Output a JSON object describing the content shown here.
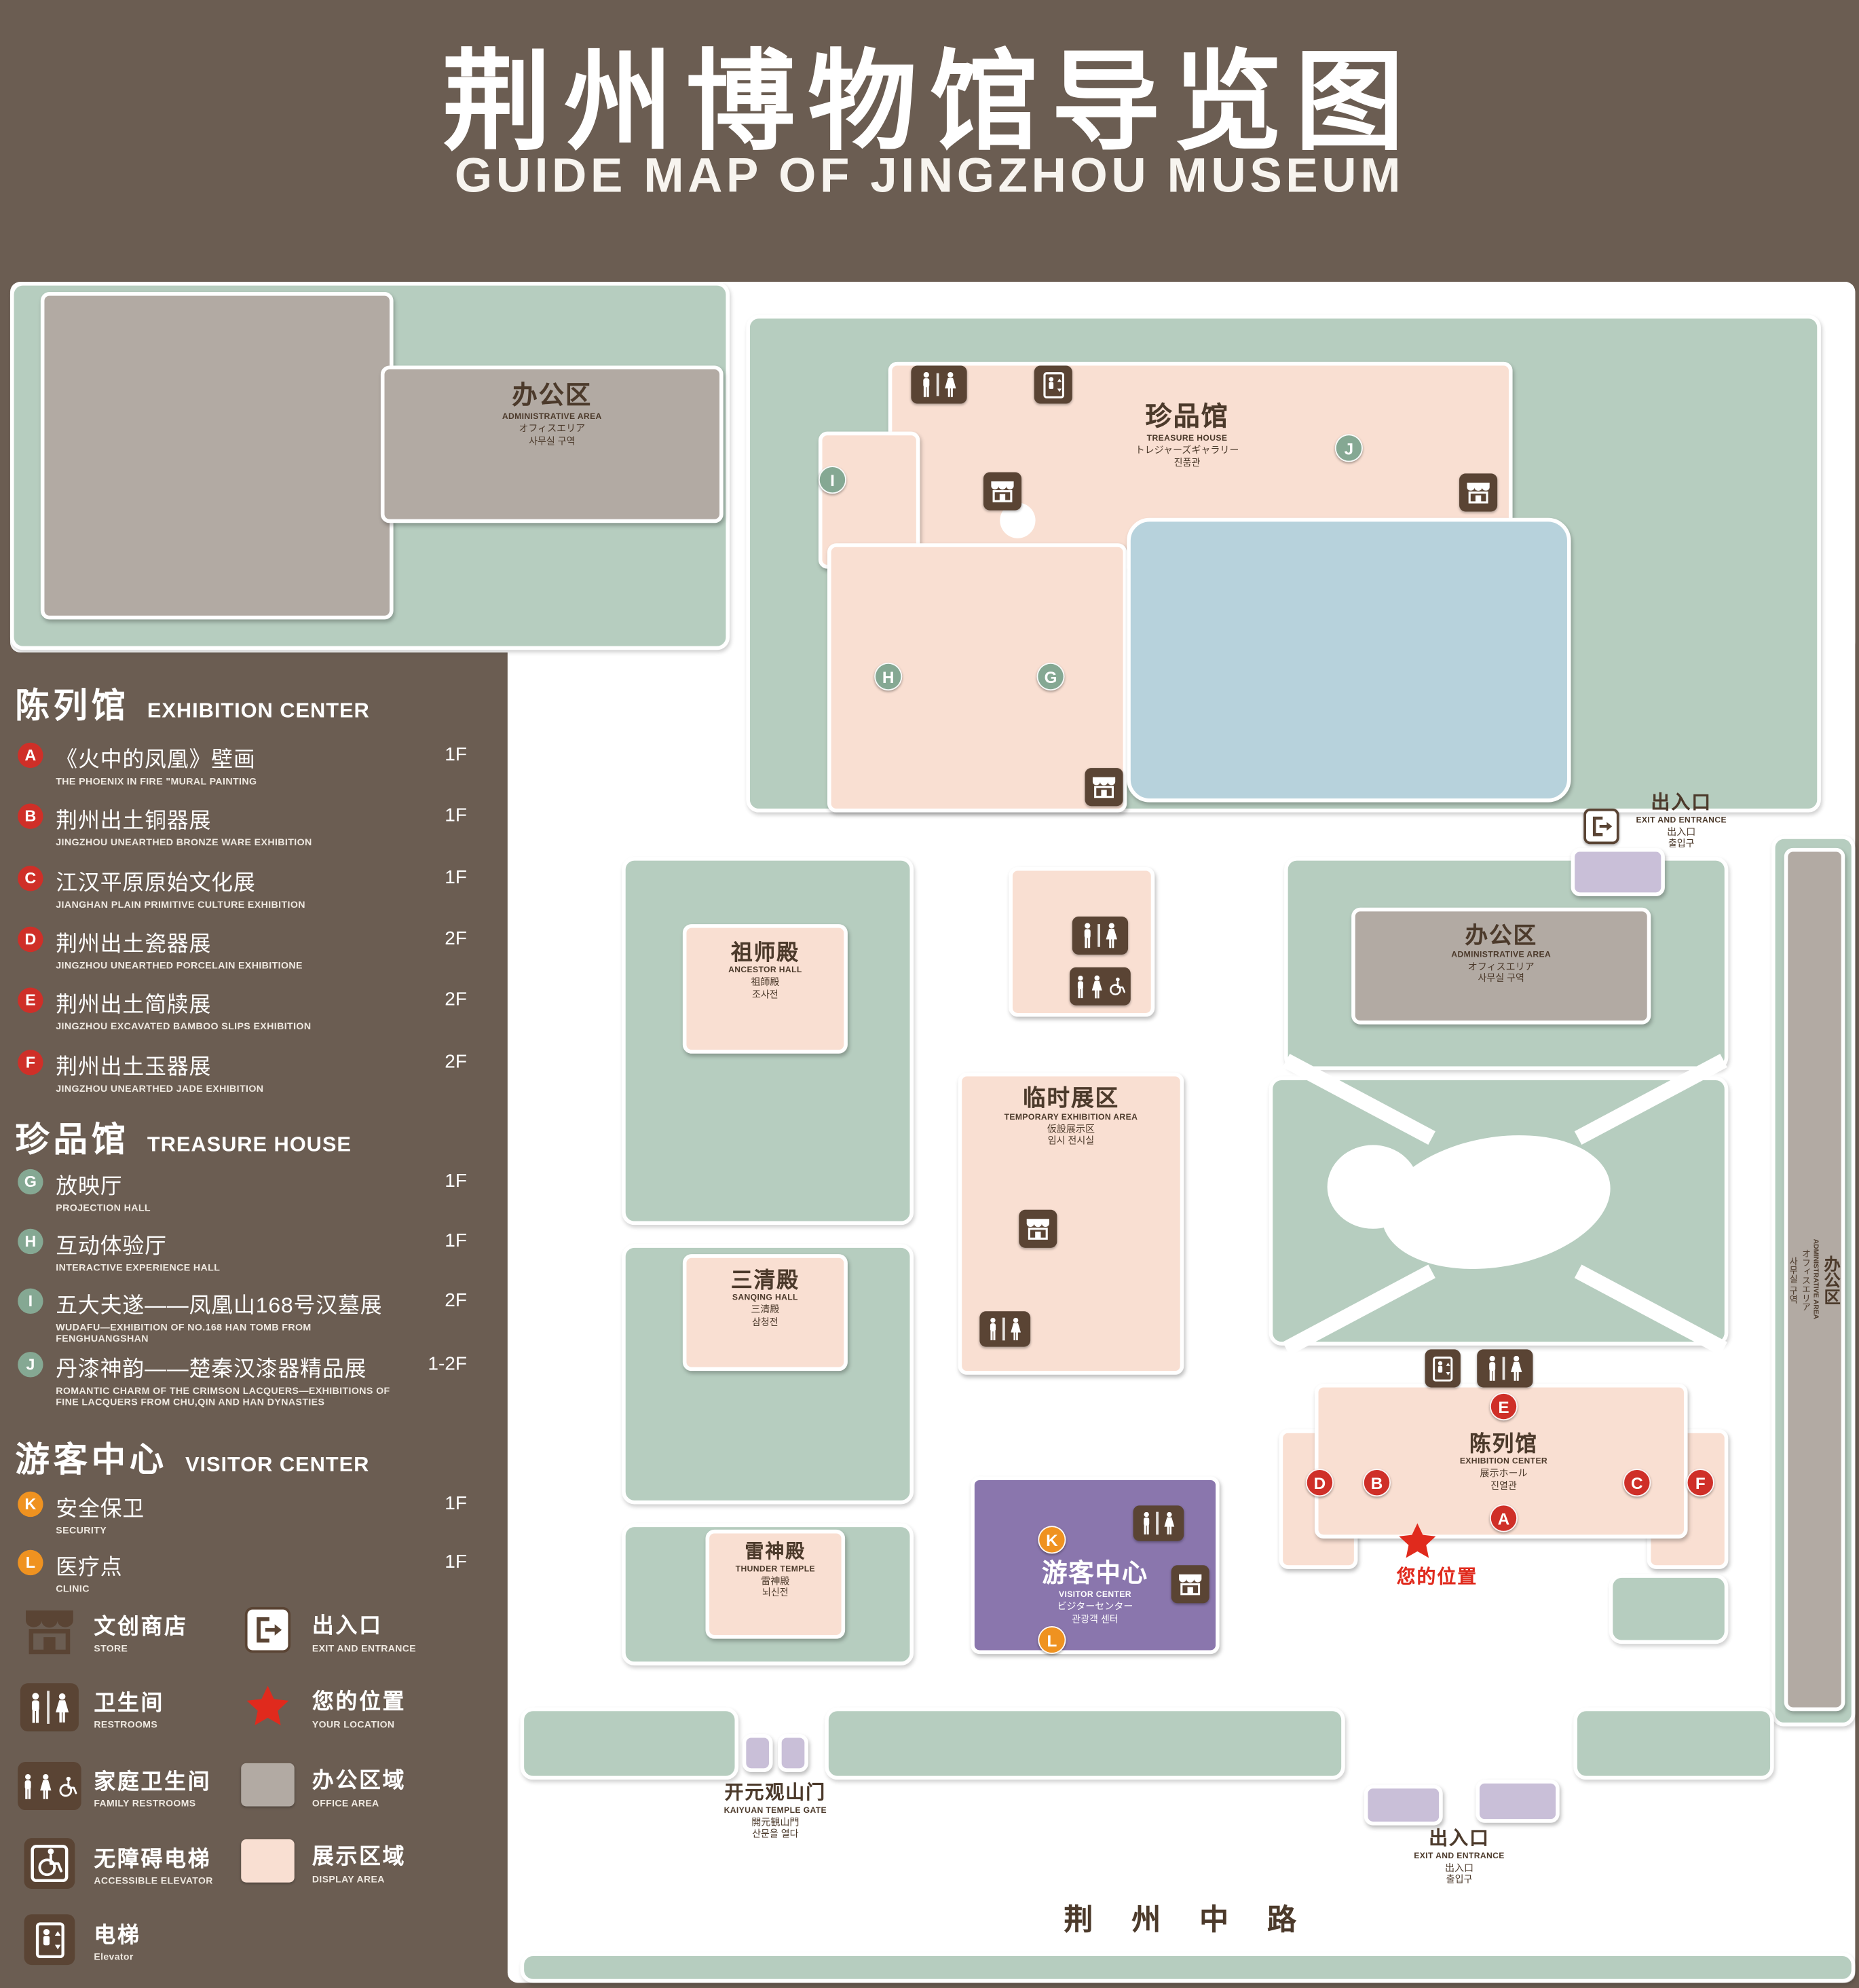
{
  "header": {
    "title": "荆州博物馆导览图",
    "subtitle": "GUIDE MAP OF JINGZHOU MUSEUM"
  },
  "legend": {
    "sections": [
      {
        "zh": "陈列馆",
        "en": "EXHIBITION CENTER",
        "items": [
          {
            "m": "A",
            "zh": "《火中的凤凰》壁画",
            "en": "THE PHOENIX IN FIRE \"MURAL PAINTING",
            "floor": "1F"
          },
          {
            "m": "B",
            "zh": "荆州出土铜器展",
            "en": "JINGZHOU UNEARTHED BRONZE WARE EXHIBITION",
            "floor": "1F"
          },
          {
            "m": "C",
            "zh": "江汉平原原始文化展",
            "en": "JIANGHAN PLAIN PRIMITIVE CULTURE EXHIBITION",
            "floor": "1F"
          },
          {
            "m": "D",
            "zh": "荆州出土瓷器展",
            "en": "JINGZHOU UNEARTHED PORCELAIN EXHIBITIONE",
            "floor": "2F"
          },
          {
            "m": "E",
            "zh": "荆州出土简牍展",
            "en": "JINGZHOU EXCAVATED BAMBOO SLIPS EXHIBITION",
            "floor": "2F"
          },
          {
            "m": "F",
            "zh": "荆州出土玉器展",
            "en": "JINGZHOU UNEARTHED JADE EXHIBITION",
            "floor": "2F"
          }
        ]
      },
      {
        "zh": "珍品馆",
        "en": "TREASURE HOUSE",
        "items": [
          {
            "m": "G",
            "zh": "放映厅",
            "en": "PROJECTION HALL",
            "floor": "1F"
          },
          {
            "m": "H",
            "zh": "互动体验厅",
            "en": "INTERACTIVE EXPERIENCE HALL",
            "floor": "1F"
          },
          {
            "m": "I",
            "zh": "五大夫遂——凤凰山168号汉墓展",
            "en": "WUDAFU—EXHIBITION OF NO.168 HAN TOMB FROM FENGHUANGSHAN",
            "floor": "2F"
          },
          {
            "m": "J",
            "zh": "丹漆神韵——楚秦汉漆器精品展",
            "en": "ROMANTIC CHARM OF THE CRIMSON LACQUERS—EXHIBITIONS OF FINE LACQUERS FROM CHU,QIN AND HAN DYNASTIES",
            "floor": "1-2F"
          }
        ]
      },
      {
        "zh": "游客中心",
        "en": "VISITOR CENTER",
        "items": [
          {
            "m": "K",
            "zh": "安全保卫",
            "en": "SECURITY",
            "floor": "1F"
          },
          {
            "m": "L",
            "zh": "医疗点",
            "en": "CLINIC",
            "floor": "1F"
          }
        ]
      }
    ]
  },
  "key": {
    "items": [
      {
        "icon": "store-icon",
        "zh": "文创商店",
        "en": "STORE"
      },
      {
        "icon": "exit-icon",
        "zh": "出入口",
        "en": "EXIT AND ENTRANCE"
      },
      {
        "icon": "restrooms-icon",
        "zh": "卫生间",
        "en": "RESTROOMS"
      },
      {
        "icon": "your-location-icon",
        "zh": "您的位置",
        "en": "YOUR LOCATION"
      },
      {
        "icon": "family-restrooms-icon",
        "zh": "家庭卫生间",
        "en": "FAMILY RESTROOMS"
      },
      {
        "icon": "office-area-swatch",
        "zh": "办公区域",
        "en": "OFFICE AREA"
      },
      {
        "icon": "accessible-elevator-icon",
        "zh": "无障碍电梯",
        "en": "ACCESSIBLE ELEVATOR"
      },
      {
        "icon": "display-area-swatch",
        "zh": "展示区域",
        "en": "DISPLAY AREA"
      },
      {
        "icon": "elevator-icon",
        "zh": "电梯",
        "en": "Elevator"
      }
    ]
  },
  "map": {
    "labels": {
      "admin": {
        "zh": "办公区",
        "en": "ADMINISTRATIVE AREA",
        "ja": "オフィスエリア",
        "ko": "사무실 구역"
      },
      "treasure": {
        "zh": "珍品馆",
        "en": "TREASURE HOUSE",
        "ja": "トレジャーズギャラリー",
        "ko": "진품관"
      },
      "ancestor": {
        "zh": "祖师殿",
        "en": "ANCESTOR HALL",
        "ja": "祖師殿",
        "ko": "조사전"
      },
      "temporary": {
        "zh": "临时展区",
        "en": "TEMPORARY EXHIBITION AREA",
        "ja": "仮設展示区",
        "ko": "임시 전시실"
      },
      "sanqing": {
        "zh": "三清殿",
        "en": "SANQING HALL",
        "ja": "三清殿",
        "ko": "삼청전"
      },
      "thunder": {
        "zh": "雷神殿",
        "en": "THUNDER TEMPLE",
        "ja": "雷神殿",
        "ko": "뇌신전"
      },
      "visitor": {
        "zh": "游客中心",
        "en": "VISITOR CENTER",
        "ja": "ビジターセンター",
        "ko": "관광객 센터"
      },
      "exhibition": {
        "zh": "陈列馆",
        "en": "EXHIBITION CENTER",
        "ja": "展示ホール",
        "ko": "진열관"
      },
      "exit": {
        "zh": "出入口",
        "en": "EXIT AND ENTRANCE",
        "ja": "出入口",
        "ko": "출입구"
      },
      "gate": {
        "zh": "开元观山门",
        "en": "KAIYUAN TEMPLE GATE",
        "ja": "開元観山門",
        "ko": "산문을 열다"
      },
      "road": {
        "zh": "荆 州 中 路"
      },
      "your_location": {
        "zh": "您的位置"
      }
    },
    "markers": {
      "A": "A",
      "B": "B",
      "C": "C",
      "D": "D",
      "E": "E",
      "F": "F",
      "G": "G",
      "H": "H",
      "I": "I",
      "J": "J",
      "K": "K",
      "L": "L"
    }
  },
  "colors": {
    "background": "#6b5d52",
    "landscape_green": "#b6cdbf",
    "display_area_pink": "#f9dfd2",
    "office_area_gray": "#b2aaa3",
    "water_blue": "#b7d2dc",
    "visitor_center_purple": "#8a76ad",
    "entrance_lavender": "#c9bfd8",
    "marker_red": "#cf2f28",
    "marker_green": "#85a893",
    "marker_orange": "#ef9220",
    "icon_brown": "#5a4434",
    "location_red": "#e02a1d"
  }
}
